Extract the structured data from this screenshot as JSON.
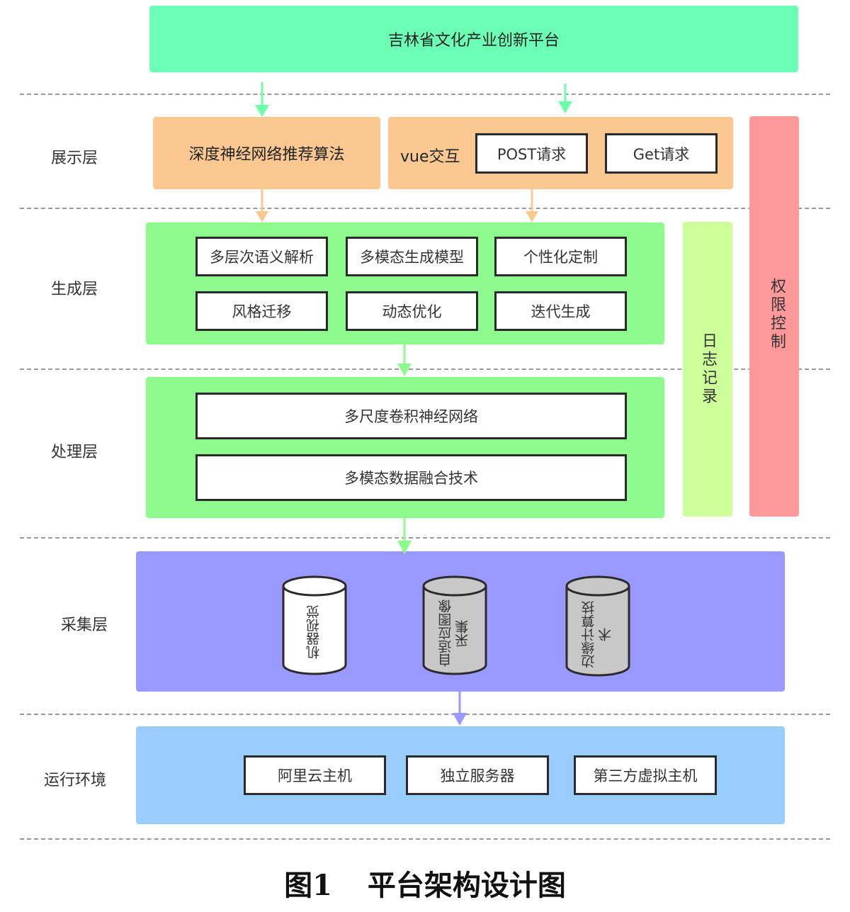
{
  "top_platform": {
    "label": "吉林省文化产业创新平台",
    "color": "#6cffb6"
  },
  "layers": {
    "display": "展示层",
    "generation": "生成层",
    "processing": "处理层",
    "collection": "采集层",
    "runtime": "运行环境"
  },
  "display_layer": {
    "dnn_recommend": "深度神经网络推荐算法",
    "vue_interaction": "vue交互",
    "post_request": "POST请求",
    "get_request": "Get请求",
    "color": "#fbc891"
  },
  "generation_layer": {
    "items": [
      "多层次语义解析",
      "多模态生成模型",
      "个性化定制",
      "风格迁移",
      "动态优化",
      "迭代生成"
    ],
    "color": "#8efb8e"
  },
  "processing_layer": {
    "items": [
      "多尺度卷积神经网络",
      "多模态数据融合技术"
    ],
    "color": "#8efb8e"
  },
  "collection_layer": {
    "items": [
      "机器视觉",
      "自适应图像采集",
      "边缘计算技术"
    ],
    "color": "#9999ff"
  },
  "runtime_layer": {
    "items": [
      "阿里云主机",
      "独立服务器",
      "第三方虚拟主机"
    ],
    "color": "#99ccff"
  },
  "side_panels": {
    "log": {
      "label": "日志记录",
      "color": "#ccff99"
    },
    "permission": {
      "label": "权限控制",
      "color": "#ff9999"
    }
  },
  "caption": {
    "number": "图1",
    "title": "平台架构设计图"
  }
}
